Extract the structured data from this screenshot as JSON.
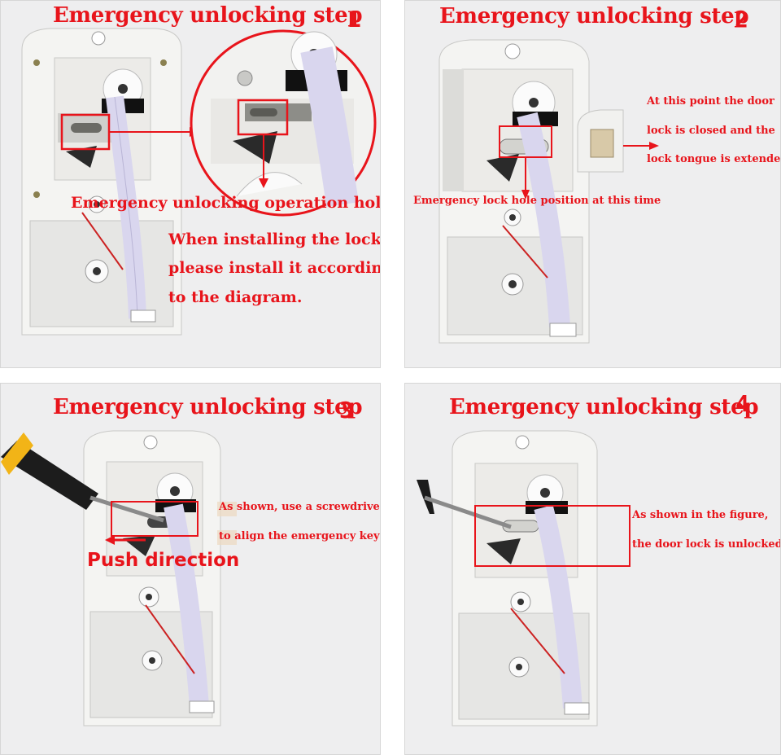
{
  "colors": {
    "accent_red": "#e8141b",
    "panel_bg": "#eeeeef",
    "device_body": "#f4f4f2",
    "ribbon": "#d9d6ee"
  },
  "panels": [
    {
      "title": "Emergency unlocking step",
      "step_number": "1",
      "notes": {
        "operation_hole": "Emergency unlocking operation hole",
        "install_1": "When installing the lock,",
        "install_2": "please install it according",
        "install_3": "to the diagram."
      }
    },
    {
      "title": "Emergency unlocking step",
      "step_number": "2",
      "notes": {
        "closed_1": "At this point the door",
        "closed_2": "lock is closed and the",
        "closed_3": "lock tongue is extended.",
        "hole_position": "Emergency lock hole position at this time"
      }
    },
    {
      "title": "Emergency unlocking step",
      "step_number": "3",
      "notes": {
        "screwdriver_1": "As shown, use a screwdriver",
        "screwdriver_2": "to align the emergency keyhole.",
        "push": "Push direction"
      }
    },
    {
      "title": "Emergency unlocking step",
      "step_number": "4",
      "notes": {
        "unlocked_1": "As shown in the figure,",
        "unlocked_2": "the door lock is unlocked"
      }
    }
  ]
}
